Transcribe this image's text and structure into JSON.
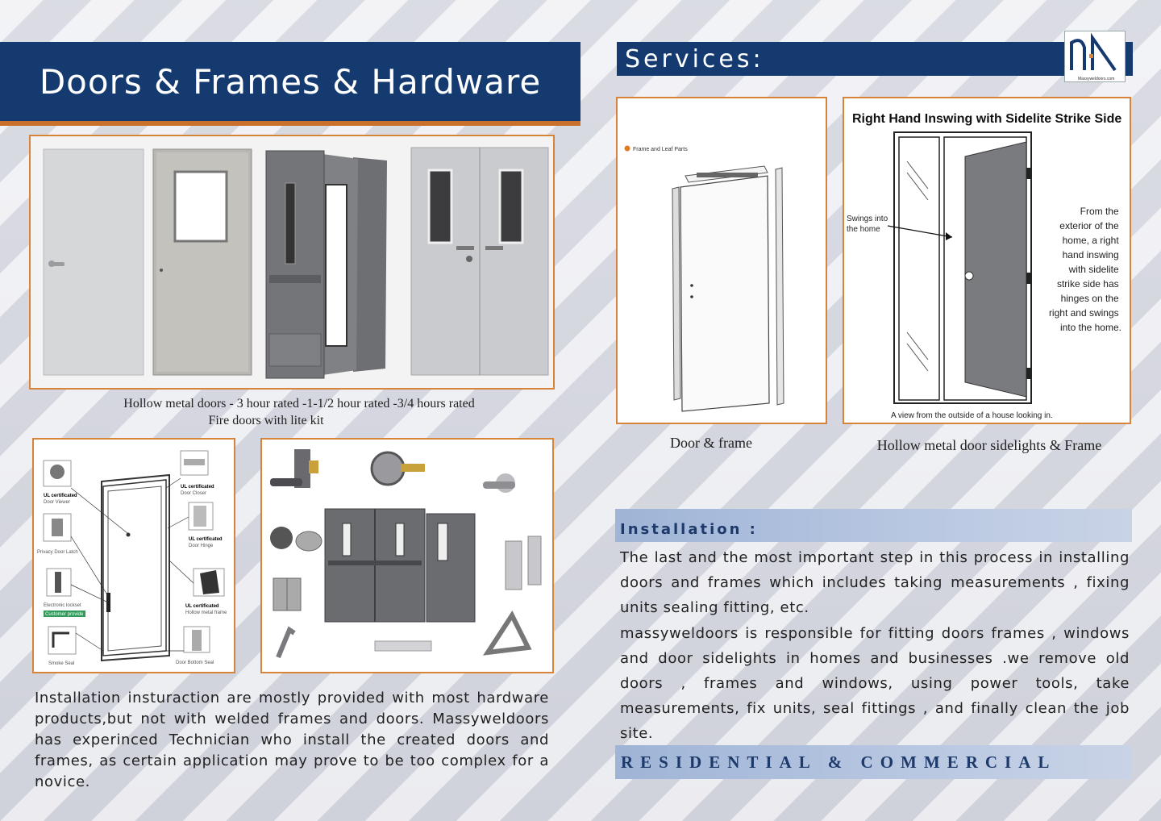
{
  "left": {
    "title": "Doors & Frames & Hardware",
    "caption_line1": "Hollow metal doors - 3 hour rated -1-1/2 hour rated -3/4 hours rated",
    "caption_line2": "Fire  doors with lite kit",
    "diagram_labels": {
      "door_viewer_title": "UL certificated",
      "door_viewer": "Door Viewer",
      "privacy_latch": "Privacy Door Latch",
      "electronic_lockset": "Electronic lockset",
      "customer_provide": "Customer provide",
      "smoke_seal": "Smoke Seal",
      "door_closer_title": "UL certificated",
      "door_closer": "Door Closer",
      "door_hinge_title": "UL certificated",
      "door_hinge": "Door Hinge",
      "hollow_frame_title": "UL certificated",
      "hollow_frame": "Hollow metal frame",
      "door_bottom_seal": "Door Bottom Seal"
    },
    "paragraph": "Installation insturaction are mostly provided with most hardware products,but not with welded frames and doors. Massyweldoors has experinced Technician who install the created doors and frames, as certain application may prove to be too complex for a novice."
  },
  "right": {
    "title": "Services:",
    "logo_text": "Massyweldoors.com",
    "frame_diagram_label": "Frame and Leaf Parts",
    "caption_door_frame": "Door & frame",
    "sidelite_title": "Right Hand Inswing with Sidelite Strike Side",
    "sidelite_swings": "Swings into the home",
    "sidelite_note": "From the exterior of the home, a right hand inswing with sidelite strike side has hinges on the right and swings into the home.",
    "sidelite_footer": "A view from the outside of a house looking in.",
    "caption_sidelights": "Hollow metal door sidelights  &  Frame",
    "installation_title": "Installation :",
    "installation_p1": "The last and the most important step in this process in installing doors and frames which includes taking measurements , fixing units sealing fitting, etc.",
    "installation_p2": "massyweldoors is responsible for fitting doors frames , windows and door sidelights in homes and businesses .we remove old doors , frames and windows, using power tools, take measurements, fix units, seal fittings , and finally  clean the job site.",
    "residential": "RESIDENTIAL & COMMERCIAL"
  },
  "colors": {
    "navy": "#143a6f",
    "orange": "#d7843a",
    "band": "#b9c8e2"
  }
}
